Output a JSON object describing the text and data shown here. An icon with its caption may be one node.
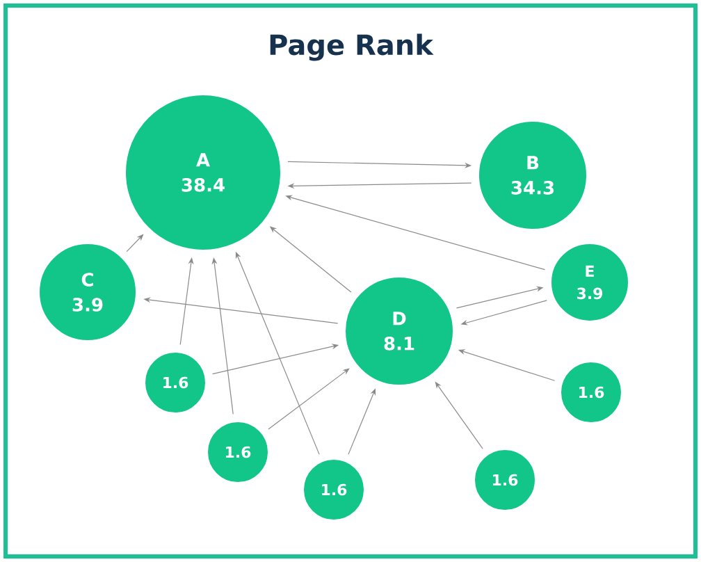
{
  "diagram": {
    "title": "Page Rank",
    "nodes": [
      {
        "text": [
          "A",
          "38.4"
        ]
      },
      {
        "text": [
          "B",
          "34.3"
        ]
      },
      {
        "text": [
          "C",
          "3.9"
        ]
      },
      {
        "text": [
          "D",
          "8.1"
        ]
      },
      {
        "text": [
          "E",
          "3.9"
        ]
      },
      {
        "text": [
          "1.6"
        ]
      },
      {
        "text": [
          "1.6"
        ]
      },
      {
        "text": [
          "1.6"
        ]
      },
      {
        "text": [
          "1.6"
        ]
      },
      {
        "text": [
          "1.6"
        ]
      }
    ],
    "edges": [
      {
        "from": 1,
        "to": 0,
        "arrow": "to"
      },
      {
        "from": 0,
        "to": 1,
        "arrow": "to"
      },
      {
        "from": 4,
        "to": 0,
        "arrow": "to"
      },
      {
        "from": 2,
        "to": 0,
        "arrow": "to"
      },
      {
        "from": 3,
        "to": 0,
        "arrow": "to"
      },
      {
        "from": 3,
        "to": 2,
        "arrow": "to"
      },
      {
        "from": 4,
        "to": 3,
        "arrow": "to"
      },
      {
        "from": 3,
        "to": 4,
        "arrow": "to"
      },
      {
        "from": 5,
        "to": 0,
        "arrow": "to"
      },
      {
        "from": 5,
        "to": 3,
        "arrow": "to"
      },
      {
        "from": 6,
        "to": 0,
        "arrow": "to"
      },
      {
        "from": 6,
        "to": 3,
        "arrow": "to"
      },
      {
        "from": 7,
        "to": 0,
        "arrow": "to"
      },
      {
        "from": 7,
        "to": 3,
        "arrow": "to"
      },
      {
        "from": 8,
        "to": 3,
        "arrow": "to"
      },
      {
        "from": 9,
        "to": 3,
        "arrow": "to"
      }
    ]
  }
}
